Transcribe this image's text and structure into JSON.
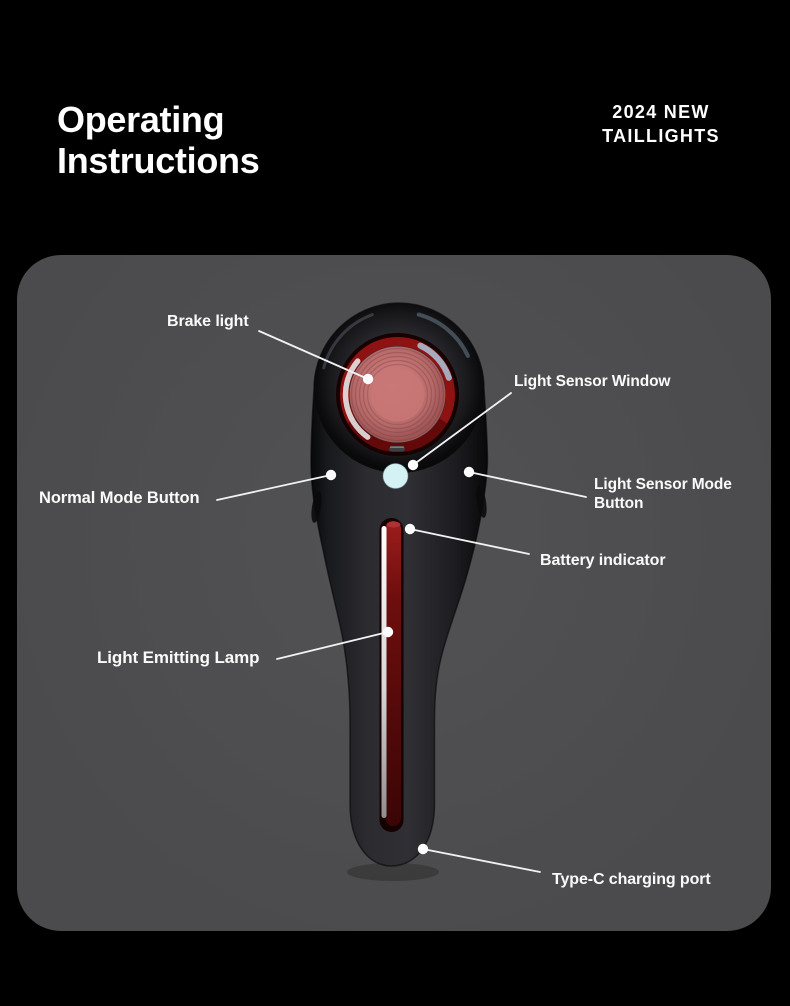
{
  "page": {
    "background": "#000000"
  },
  "header": {
    "title": {
      "line1": "Operating",
      "line2": "Instructions"
    },
    "badge": {
      "line1": "2024 NEW",
      "line2": "TAILLIGHTS"
    }
  },
  "diagram": {
    "panel_color": "#4b4b4d",
    "labels": {
      "brake_light": "Brake light",
      "light_sensor_window": "Light Sensor Window",
      "normal_mode_button": "Normal Mode Button",
      "light_sensor_mode_button": "Light Sensor Mode Button",
      "battery_indicator": "Battery indicator",
      "light_emitting_lamp": "Light Emitting Lamp",
      "type_c_charging_port": "Type-C charging port"
    },
    "device": {
      "name": "bicycle-taillight",
      "colors": {
        "body_dark": "#26262b",
        "lens_face_red": "#c47474",
        "lens_ring_red": "#8e1212",
        "sensor_window_cyan": "#d4f1f3",
        "lamp_strip_red": "#6e0e0e",
        "lamp_line_white": "#e6e6e6",
        "callout_white": "#f2f2f2"
      }
    }
  }
}
